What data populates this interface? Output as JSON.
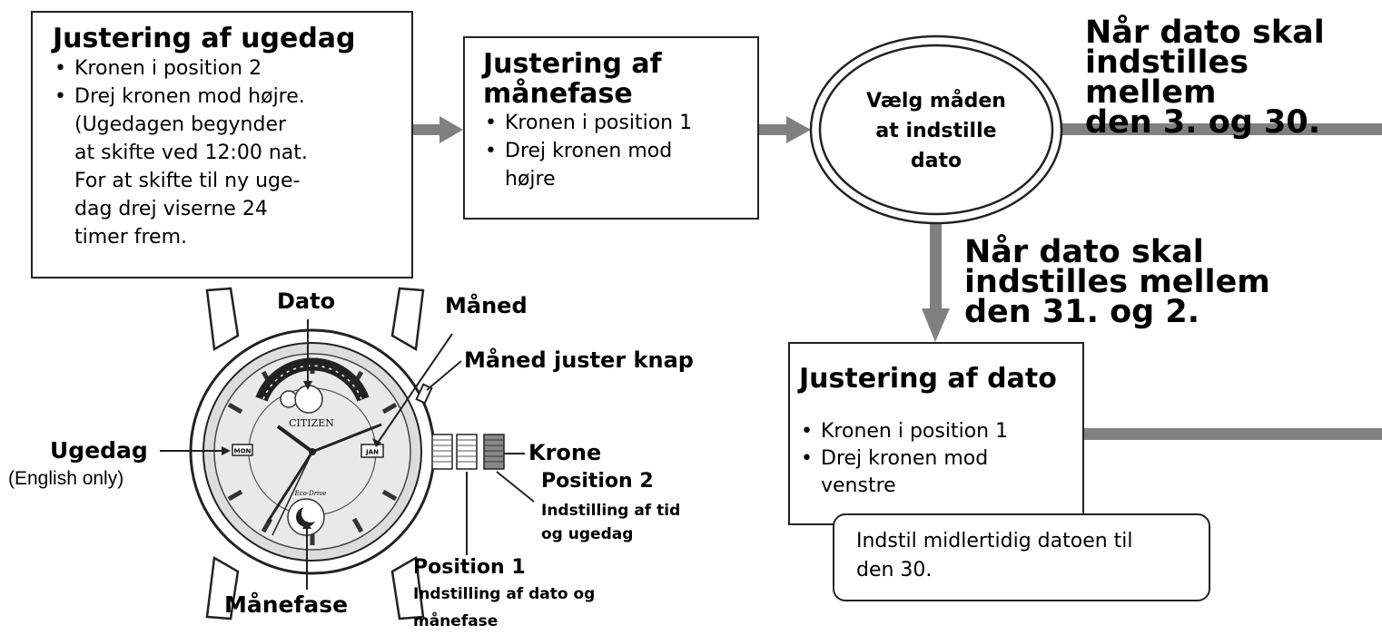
{
  "weekday_box": {
    "title": "Justering af ugedag",
    "bullets": [
      "Kronen i position 2",
      "Drej kronen mod højre."
    ],
    "note_lines": [
      "(Ugedagen begynder",
      "at skifte ved 12:00 nat.",
      "For at skifte til ny uge-",
      "dag drej viserne  24",
      "timer frem."
    ]
  },
  "moonphase_box": {
    "title_lines": [
      "Justering af",
      "månefase"
    ],
    "bullets": [
      "Kronen i position 1",
      "Drej kronen mod"
    ],
    "bullet2_cont": "højre"
  },
  "choose_oval": {
    "lines": [
      "Vælg måden",
      "at indstille",
      "dato"
    ]
  },
  "branch_right": {
    "lines": [
      "Når dato skal",
      "indstilles mellem",
      "den 3. og 30."
    ]
  },
  "branch_down": {
    "lines": [
      "Når dato skal",
      "indstilles mellem",
      "den 31. og 2."
    ]
  },
  "date_box": {
    "title": "Justering af dato",
    "bullets": [
      "Kronen i position 1",
      "Drej kronen mod"
    ],
    "bullet2_cont": "venstre"
  },
  "date_note": {
    "lines": [
      "Indstil midlertidig datoen til",
      "den 30."
    ]
  },
  "watch_labels": {
    "dato": "Dato",
    "maaned": "Måned",
    "maaned_knap": "Måned juster knap",
    "ugedag": "Ugedag",
    "english_only": "(English only)",
    "krone": "Krone",
    "position2": "Position 2",
    "position2_desc": [
      "Indstilling af tid",
      "og ugedag"
    ],
    "position1": "Position 1",
    "position1_desc": [
      "Indstilling af dato og",
      "månefase"
    ],
    "maanefase": "Månefase"
  },
  "dial": {
    "brand": "CITIZEN",
    "day_window": "MON",
    "month_window": "JAN",
    "subdial_text": "Eco-Drive"
  },
  "colors": {
    "arrow": "#808080",
    "outline": "#222222"
  }
}
